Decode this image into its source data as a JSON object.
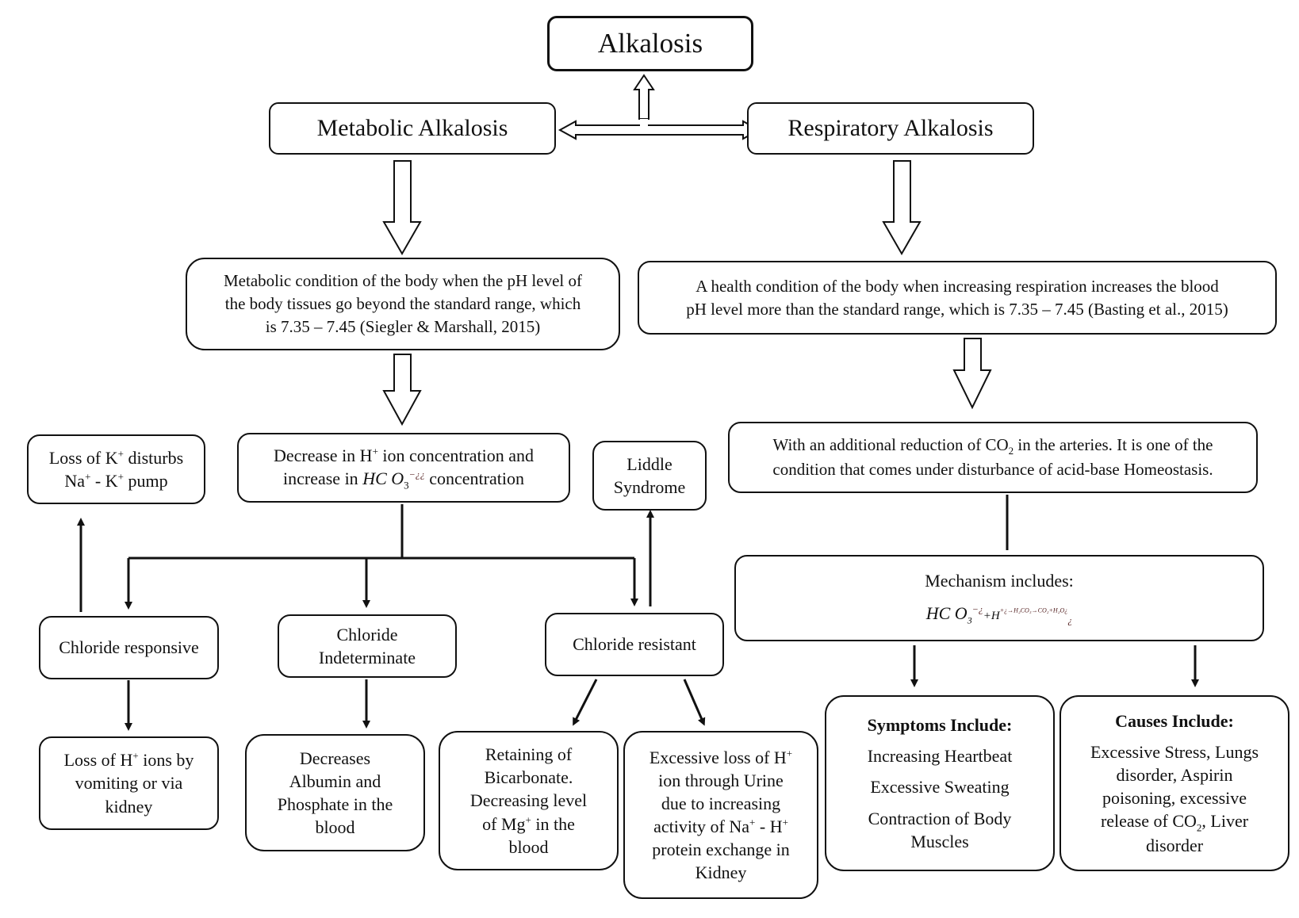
{
  "title": "Alkalosis",
  "metabolic": {
    "label": "Metabolic Alkalosis",
    "definition": {
      "line1": "Metabolic condition of the body when the pH level of",
      "line2": "the body tissues go beyond the standard range, which",
      "line3": "is 7.35 – 7.45 (Siegler & Marshall, 2015)"
    },
    "decrease": {
      "line1_pre": "Decrease in H",
      "line1_sup": "+",
      "line1_post": " ion concentration and",
      "line2_pre": "increase in ",
      "hco": "HC O",
      "hco_sub": "3",
      "hco_sup": "−¿¿",
      "line2_post": " concentration"
    },
    "loss_k": {
      "line1_pre": "Loss of K",
      "line1_sup": "+",
      "line1_post": " disturbs",
      "line2_a": "Na",
      "line2_sup1": "+",
      "line2_b": " - K",
      "line2_sup2": "+",
      "line2_c": " pump"
    },
    "liddle": {
      "line1": "Liddle",
      "line2": "Syndrome"
    },
    "chloride_responsive": "Chloride responsive",
    "chloride_indeterminate": {
      "line1": "Chloride",
      "line2": "Indeterminate"
    },
    "chloride_resistant": "Chloride resistant",
    "loss_h": {
      "line1_pre": "Loss of H",
      "line1_sup": "+",
      "line1_post": " ions by",
      "line2": "vomiting or via",
      "line3": "kidney"
    },
    "albumin": {
      "line1": "Decreases",
      "line2": "Albumin and",
      "line3": "Phosphate in the",
      "line4": "blood"
    },
    "bicarb": {
      "line1": "Retaining of",
      "line2": "Bicarbonate.",
      "line3": "Decreasing level",
      "line4_pre": "of Mg",
      "line4_sup": "+",
      "line4_post": " in the",
      "line5": "blood"
    },
    "excess_loss": {
      "line1_pre": "Excessive loss of H",
      "line1_sup": "+",
      "line2": "ion through Urine",
      "line3": "due to increasing",
      "line4_a": "activity of Na",
      "line4_sup1": "+",
      "line4_b": " - H",
      "line4_sup2": "+",
      "line5": "protein exchange in",
      "line6": "Kidney"
    }
  },
  "respiratory": {
    "label": "Respiratory Alkalosis",
    "definition": {
      "line1": "A health condition of the body when increasing respiration increases the blood",
      "line2": "pH level more than the standard range, which is 7.35 – 7.45 (Basting et al., 2015)"
    },
    "co2": {
      "line1_pre": "With an additional reduction of CO",
      "line1_sub": "2",
      "line1_post": " in the arteries. It is one of the",
      "line2": "condition that comes under disturbance of acid-base Homeostasis."
    },
    "mechanism": {
      "heading": "Mechanism includes:",
      "hco": "HC O",
      "hco_sub": "3",
      "hco_sup": "−¿",
      "plus_h": "+H",
      "tail": "+¿→H₂CO₃→CO₂+H₂O¿",
      "tail_end": "¿"
    },
    "symptoms": {
      "heading": "Symptoms Include:",
      "item1": "Increasing Heartbeat",
      "item2": "Excessive Sweating",
      "item3_line1": "Contraction of Body",
      "item3_line2": "Muscles"
    },
    "causes": {
      "heading": "Causes Include:",
      "line1": "Excessive Stress, Lungs",
      "line2": "disorder, Aspirin",
      "line3": "poisoning, excessive",
      "line4_pre": "release of CO",
      "line4_sub": "2",
      "line4_post": ", Liver",
      "line5": "disorder"
    }
  }
}
